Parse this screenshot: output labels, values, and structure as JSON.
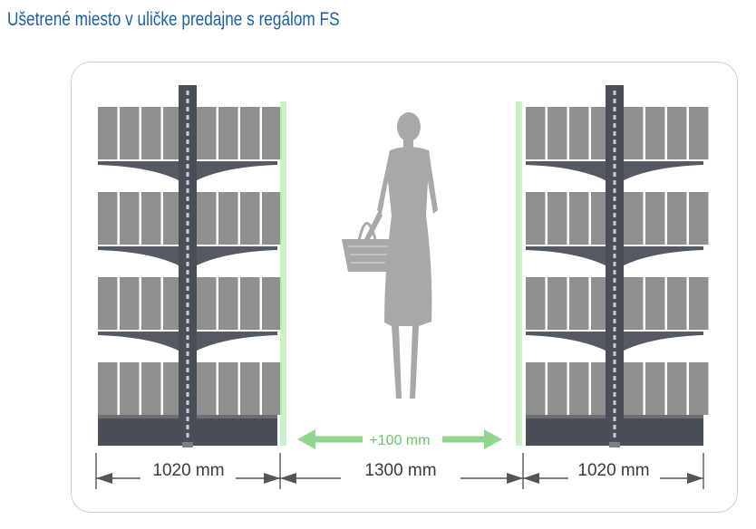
{
  "title": "Ušetrené miesto v uličke predajne s regálom FS",
  "dimensions": {
    "left_shelf_width": "1020 mm",
    "aisle_width": "1300 mm",
    "right_shelf_width": "1020 mm",
    "extra_space": "+100 mm"
  },
  "colors": {
    "title": "#1a5fa8",
    "shelf": "#8f8f8f",
    "upright": "#4a4f57",
    "bracket": "#555a62",
    "highlight": "#a9e6a9",
    "arrow": "#8fd68f",
    "silhouette": "#a6a6a6"
  }
}
